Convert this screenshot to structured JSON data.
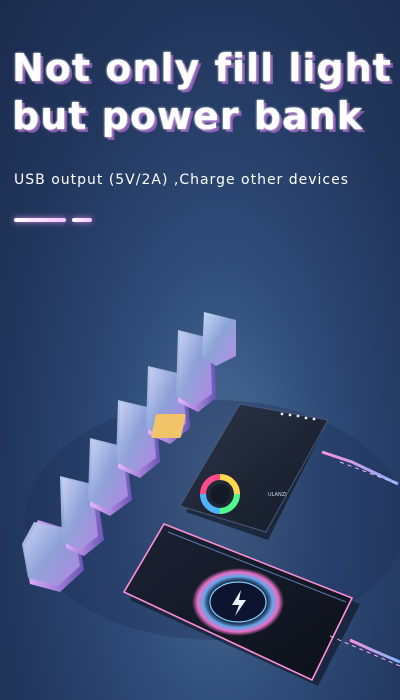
{
  "headline": {
    "line1": "Not only fill light",
    "line2": "but power bank"
  },
  "subline": "USB output  (5V/2A) ,Charge other devices",
  "light_device": {
    "brand_text": "ULANZI"
  },
  "colors": {
    "background": "#2a4370",
    "accent_pink": "#f3a6ff",
    "accent_blue": "#5aa8ff",
    "headline": "#ffffff"
  }
}
